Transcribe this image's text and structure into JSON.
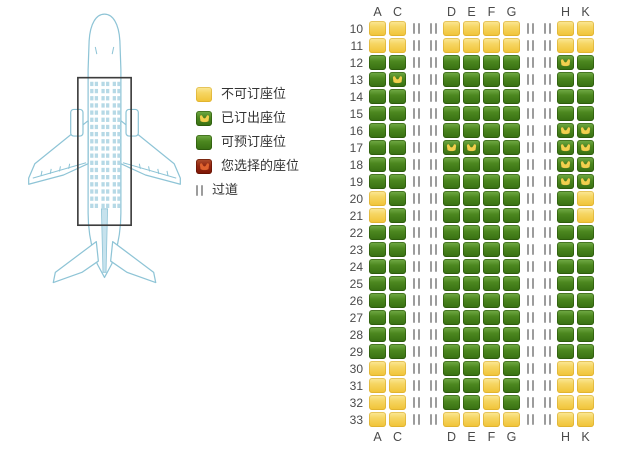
{
  "legend": {
    "items": [
      {
        "key": "unavailable",
        "label": "不可订座位"
      },
      {
        "key": "booked",
        "label": "已订出座位"
      },
      {
        "key": "available",
        "label": "可预订座位"
      },
      {
        "key": "selected",
        "label": "您选择的座位"
      },
      {
        "key": "aisle",
        "label": "过道"
      }
    ]
  },
  "seat_map": {
    "columns": [
      "A",
      "C",
      "D",
      "E",
      "F",
      "G",
      "H",
      "K"
    ],
    "aisle_symbol": "||",
    "state_codes": {
      "U": "unavailable",
      "A": "available",
      "B": "booked"
    },
    "rows": [
      {
        "number": "10",
        "states": [
          "U",
          "U",
          "U",
          "U",
          "U",
          "U",
          "U",
          "U"
        ]
      },
      {
        "number": "11",
        "states": [
          "U",
          "U",
          "U",
          "U",
          "U",
          "U",
          "U",
          "U"
        ]
      },
      {
        "number": "12",
        "states": [
          "A",
          "A",
          "A",
          "A",
          "A",
          "A",
          "B",
          "A"
        ]
      },
      {
        "number": "13",
        "states": [
          "A",
          "B",
          "A",
          "A",
          "A",
          "A",
          "A",
          "A"
        ]
      },
      {
        "number": "14",
        "states": [
          "A",
          "A",
          "A",
          "A",
          "A",
          "A",
          "A",
          "A"
        ]
      },
      {
        "number": "15",
        "states": [
          "A",
          "A",
          "A",
          "A",
          "A",
          "A",
          "A",
          "A"
        ]
      },
      {
        "number": "16",
        "states": [
          "A",
          "A",
          "A",
          "A",
          "A",
          "A",
          "B",
          "B"
        ]
      },
      {
        "number": "17",
        "states": [
          "A",
          "A",
          "B",
          "B",
          "A",
          "A",
          "B",
          "B"
        ]
      },
      {
        "number": "18",
        "states": [
          "A",
          "A",
          "A",
          "A",
          "A",
          "A",
          "B",
          "B"
        ]
      },
      {
        "number": "19",
        "states": [
          "A",
          "A",
          "A",
          "A",
          "A",
          "A",
          "B",
          "B"
        ]
      },
      {
        "number": "20",
        "states": [
          "U",
          "A",
          "A",
          "A",
          "A",
          "A",
          "A",
          "U"
        ]
      },
      {
        "number": "21",
        "states": [
          "U",
          "A",
          "A",
          "A",
          "A",
          "A",
          "A",
          "U"
        ]
      },
      {
        "number": "22",
        "states": [
          "A",
          "A",
          "A",
          "A",
          "A",
          "A",
          "A",
          "A"
        ]
      },
      {
        "number": "23",
        "states": [
          "A",
          "A",
          "A",
          "A",
          "A",
          "A",
          "A",
          "A"
        ]
      },
      {
        "number": "24",
        "states": [
          "A",
          "A",
          "A",
          "A",
          "A",
          "A",
          "A",
          "A"
        ]
      },
      {
        "number": "25",
        "states": [
          "A",
          "A",
          "A",
          "A",
          "A",
          "A",
          "A",
          "A"
        ]
      },
      {
        "number": "26",
        "states": [
          "A",
          "A",
          "A",
          "A",
          "A",
          "A",
          "A",
          "A"
        ]
      },
      {
        "number": "27",
        "states": [
          "A",
          "A",
          "A",
          "A",
          "A",
          "A",
          "A",
          "A"
        ]
      },
      {
        "number": "28",
        "states": [
          "A",
          "A",
          "A",
          "A",
          "A",
          "A",
          "A",
          "A"
        ]
      },
      {
        "number": "29",
        "states": [
          "A",
          "A",
          "A",
          "A",
          "A",
          "A",
          "A",
          "A"
        ]
      },
      {
        "number": "30",
        "states": [
          "U",
          "U",
          "A",
          "A",
          "U",
          "A",
          "U",
          "U"
        ]
      },
      {
        "number": "31",
        "states": [
          "U",
          "U",
          "A",
          "A",
          "U",
          "A",
          "U",
          "U"
        ]
      },
      {
        "number": "32",
        "states": [
          "U",
          "U",
          "A",
          "A",
          "U",
          "A",
          "U",
          "U"
        ]
      },
      {
        "number": "33",
        "states": [
          "U",
          "U",
          "U",
          "U",
          "U",
          "U",
          "U",
          "U"
        ]
      }
    ]
  },
  "colors": {
    "seat_unavailable": "#f0c236",
    "seat_available": "#3f7d19",
    "seat_booked_icon": "#f2d04e",
    "seat_selected": "#8e2410",
    "seat_selected_icon": "#e0622e",
    "aisle_mark": "#9c9c9c",
    "label_text": "#4a4a4a",
    "airplane_outline": "#8ec4d6",
    "cabin_highlight_border": "#3d3d3d"
  }
}
